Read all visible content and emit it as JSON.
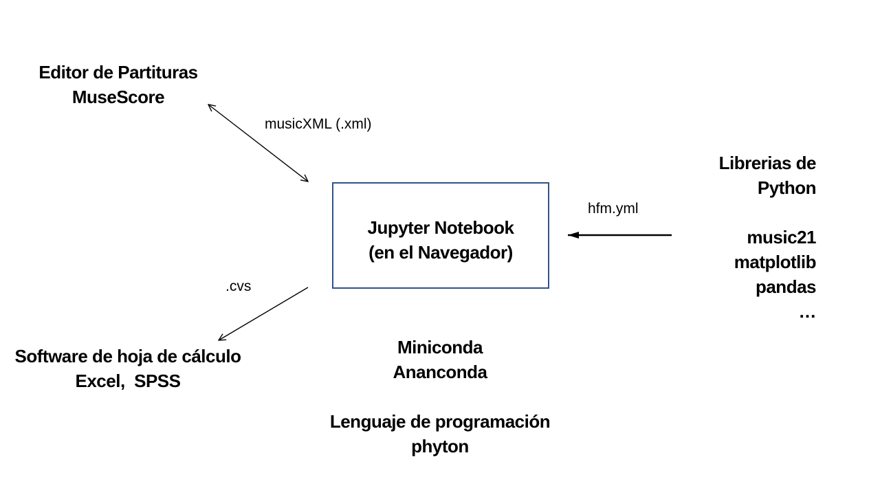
{
  "diagram": {
    "colors": {
      "background": "#ffffff",
      "text": "#000000",
      "box_border": "#2F5389",
      "arrow": "#000000"
    },
    "center_box": {
      "lines": [
        "Jupyter Notebook",
        "(en el Navegador)"
      ]
    },
    "nodes": {
      "score_editor": {
        "lines": [
          "Editor de Partituras",
          "MuseScore"
        ]
      },
      "python_libraries": {
        "lines": [
          "Librerias de",
          "Python",
          "",
          "music21",
          "matplotlib",
          "pandas",
          "…"
        ]
      },
      "spreadsheet_software": {
        "lines": [
          "Software de hoja de cálculo",
          "Excel,  SPSS"
        ]
      },
      "environment": {
        "lines": [
          "Miniconda",
          "Ananconda",
          "",
          "Lenguaje de programación",
          "phyton"
        ]
      }
    },
    "connectors": {
      "musicxml": {
        "label": "musicXML (.xml)"
      },
      "cvs": {
        "label": ".cvs"
      },
      "hfm": {
        "label": "hfm.yml"
      }
    }
  }
}
